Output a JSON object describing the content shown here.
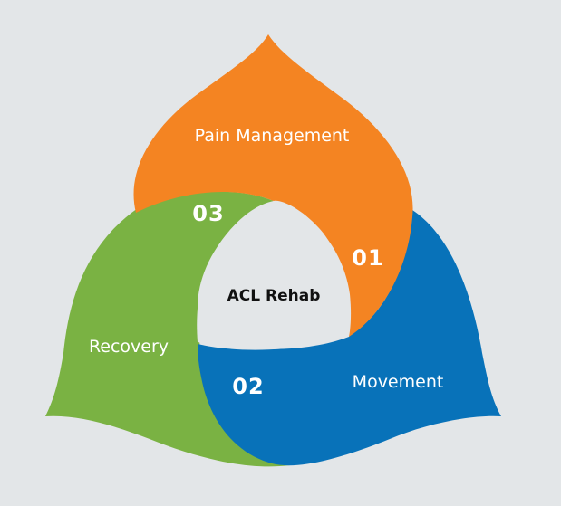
{
  "diagram": {
    "center": {
      "title": "ACL Rehab"
    },
    "petals": [
      {
        "key": "pain",
        "label": "Pain Management",
        "number": "01",
        "color": "#f48422"
      },
      {
        "key": "movement",
        "label": "Movement",
        "number": "02",
        "color": "#0872b9"
      },
      {
        "key": "recovery",
        "label": "Recovery",
        "number": "03",
        "color": "#7ab243"
      }
    ],
    "background_color": "#e3e6e8"
  }
}
